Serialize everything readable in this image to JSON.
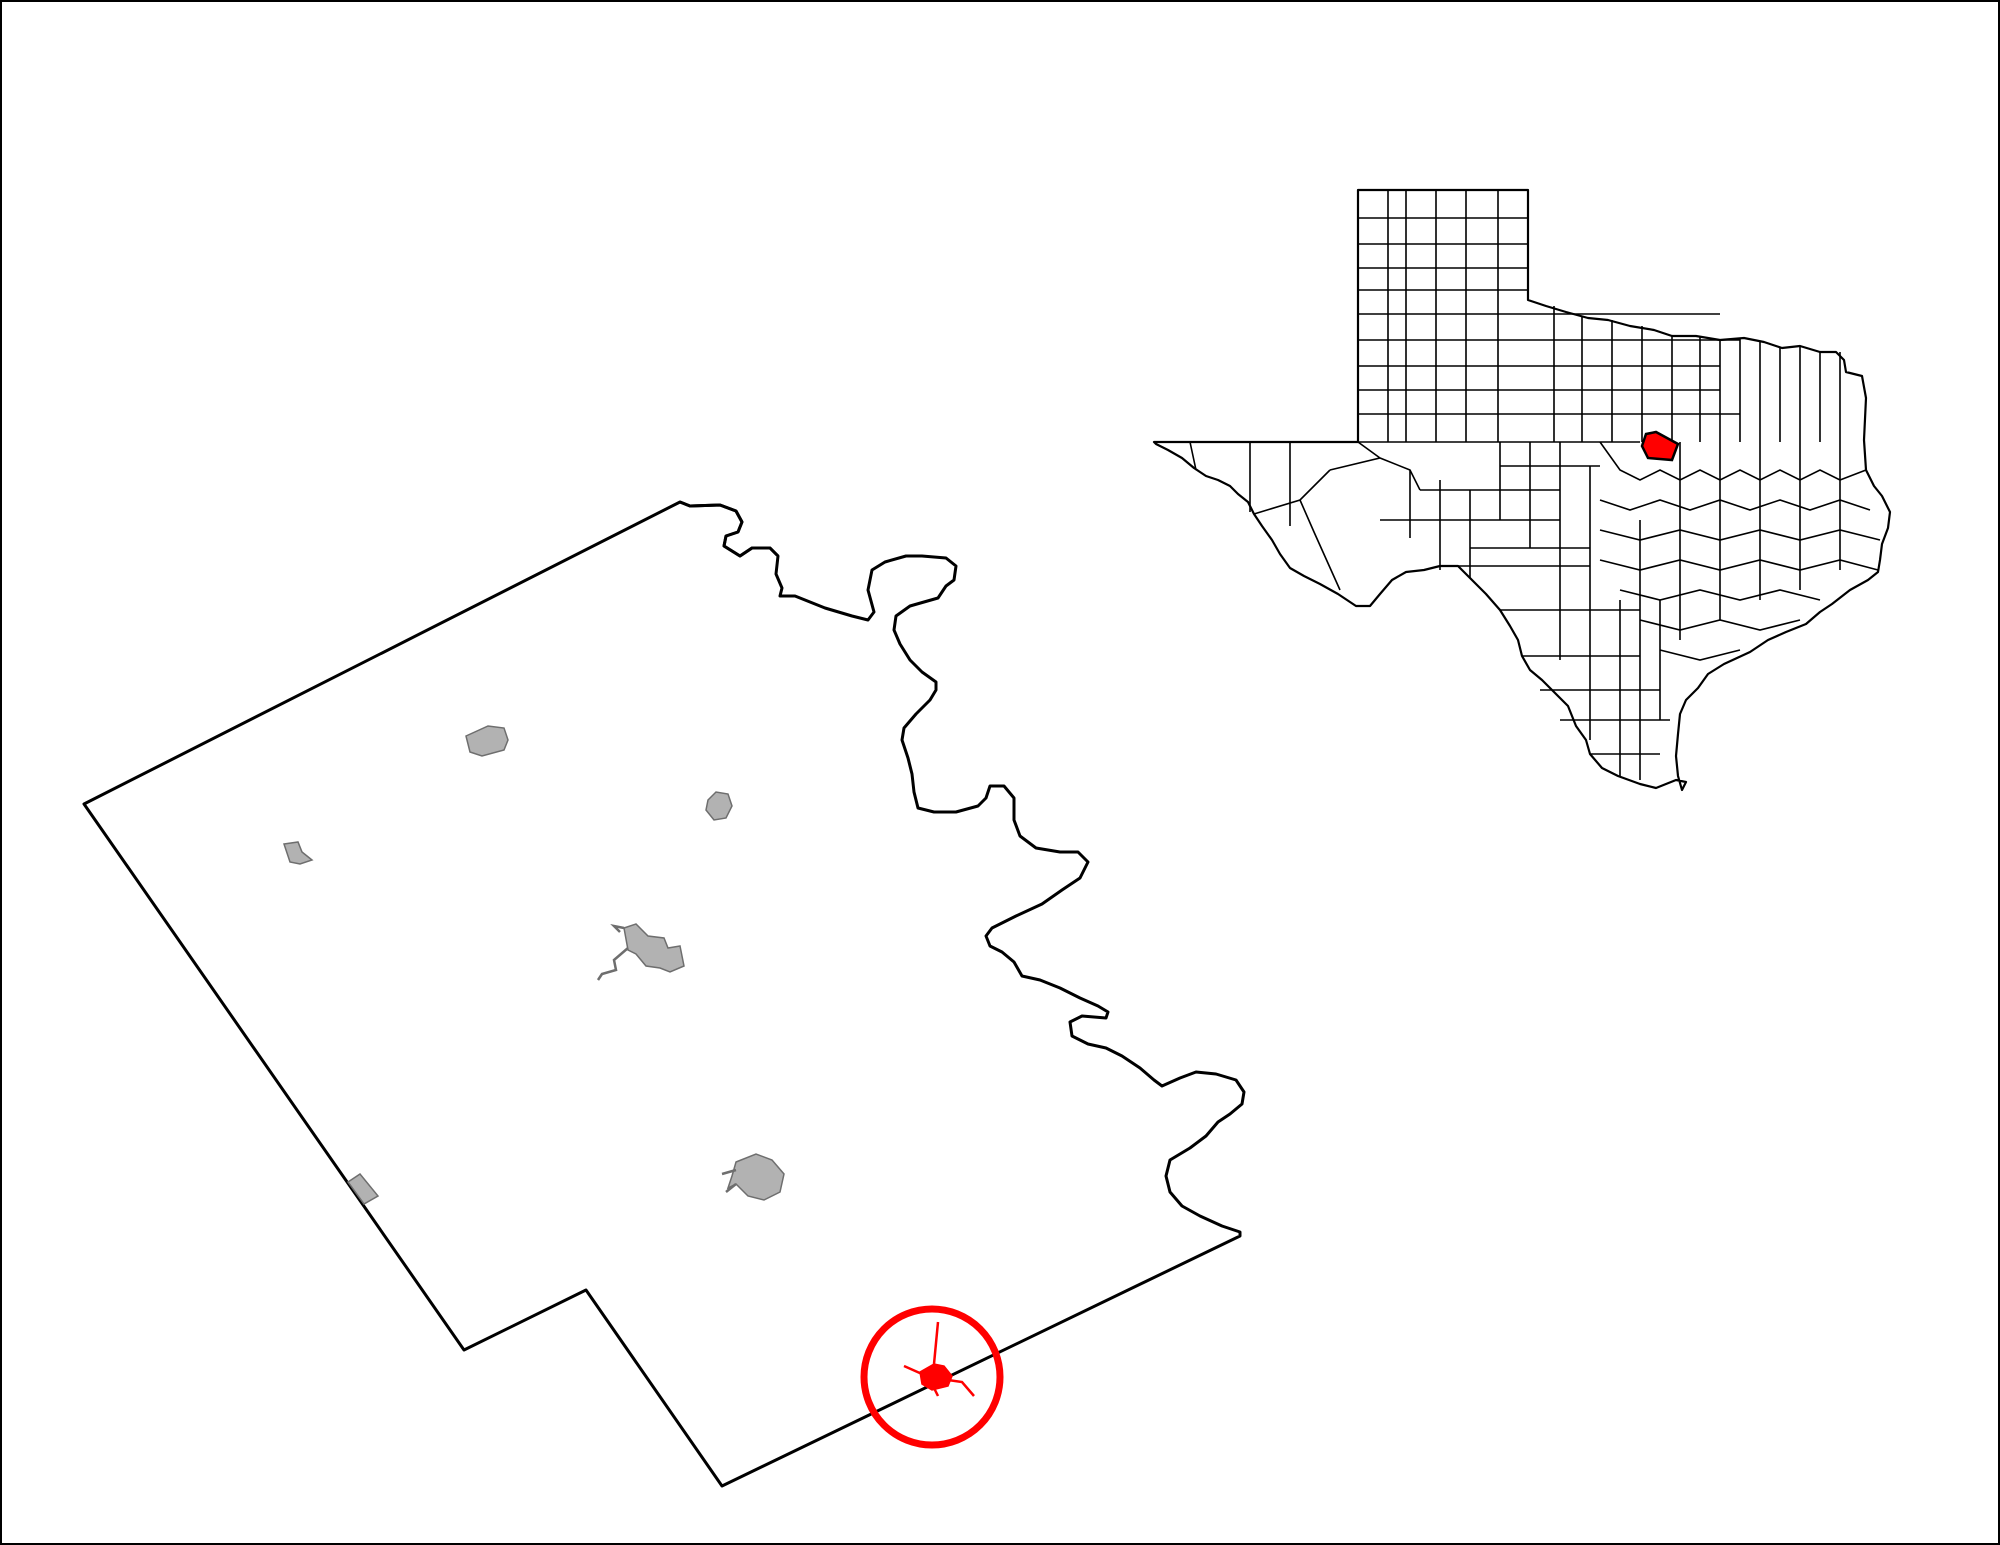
{
  "map": {
    "colors": {
      "background": "#ffffff",
      "county_fill": "#ffffff",
      "border": "#000000",
      "other_places": "#b2b2b2",
      "highlight": "#ff0000"
    },
    "county": {
      "other_places": [
        {
          "name": "town-north"
        },
        {
          "name": "town-northeast"
        },
        {
          "name": "town-west"
        },
        {
          "name": "town-central"
        },
        {
          "name": "town-south"
        },
        {
          "name": "town-southwest-edge"
        }
      ],
      "highlighted_place": {
        "name": "highlighted-place",
        "marker": "red-circle"
      }
    },
    "locator": {
      "state": "texas",
      "highlighted_county_color": "#ff0000"
    }
  }
}
